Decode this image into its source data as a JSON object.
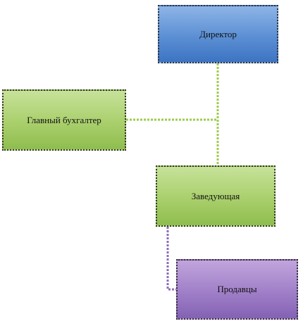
{
  "diagram": {
    "nodes": {
      "director": {
        "label": "Директор",
        "color": "#5b8fd4"
      },
      "chief_accountant": {
        "label": "Главный бухгалтер",
        "color": "#a9cf6c"
      },
      "manager": {
        "label": "Заведующая",
        "color": "#a9cf6c"
      },
      "sellers": {
        "label": "Продавцы",
        "color": "#a07fc8"
      }
    },
    "edges": [
      {
        "from": "director",
        "to": "manager",
        "color": "#9ccc4c"
      },
      {
        "from": "director",
        "to": "chief_accountant",
        "color": "#9ccc4c"
      },
      {
        "from": "manager",
        "to": "sellers",
        "color": "#8e6cb8"
      }
    ]
  }
}
